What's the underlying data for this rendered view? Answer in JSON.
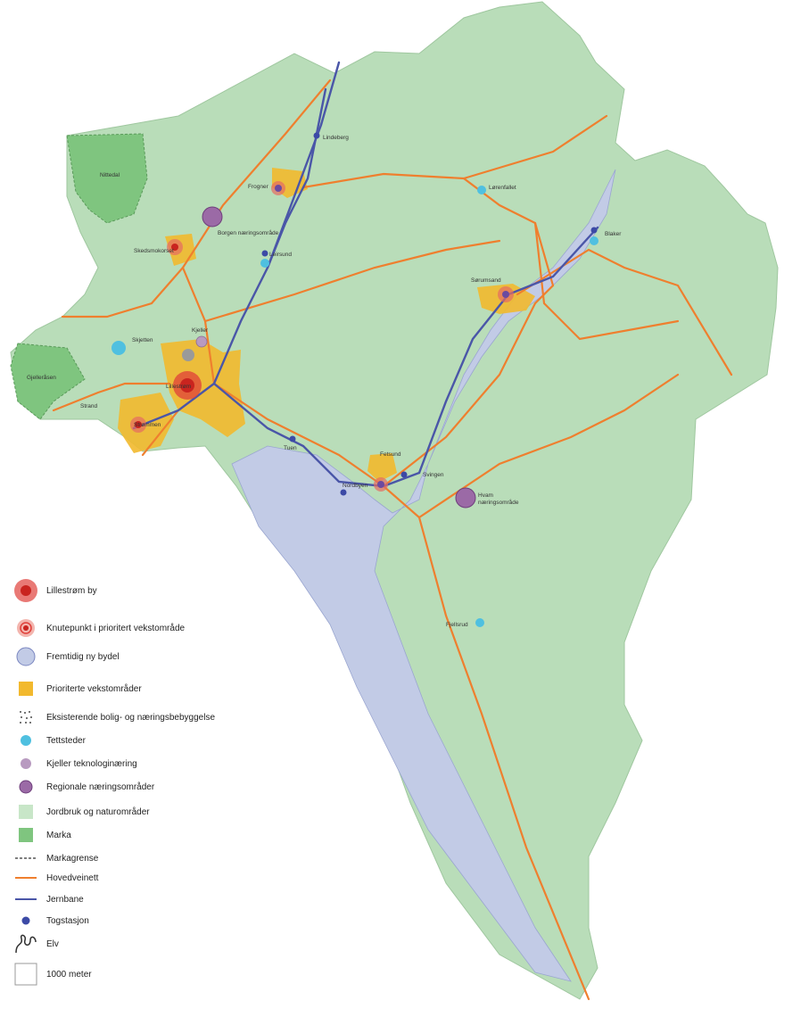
{
  "places": {
    "nittedal": "Nittedal",
    "lindeberg": "Lindeberg",
    "frogner": "Frogner",
    "skedsmokorset": "Skedsmokorset",
    "borgen": "Borgen næringsområde",
    "leirsund": "Leirsund",
    "lorenfallet": "Lørenfallet",
    "blaker": "Blaker",
    "sorumsand": "Sørumsand",
    "kjeller": "Kjeller",
    "skjetten": "Skjetten",
    "lillestrom": "Lillestrøm",
    "gjelleråsen": "Gjelleråsen",
    "skjetten_strand": "Strand",
    "strommen": "Strømmen",
    "fetsund": "Fetsund",
    "nordbyen": "Nordbyen",
    "tuen": "Tuen",
    "svingen": "Svingen",
    "hvam": "Hvam",
    "hvam_suffix": "næringsområde",
    "fjellsrud": "Fjellsrud"
  },
  "legend": [
    {
      "label": "Lillestrøm by",
      "icon": "lillestrom-by-icon"
    },
    {
      "label": "Knutepunkt i prioritert vekstområde",
      "icon": "knutepunkt-icon"
    },
    {
      "label": "Fremtidig ny bydel",
      "icon": "fremtidig-bydel-icon"
    },
    {
      "label": "Prioriterte vekstområder",
      "icon": "vekstomrade-icon"
    },
    {
      "label": "Eksisterende bolig- og næringsbebyggelse",
      "icon": "bebyggelse-icon"
    },
    {
      "label": "Tettsteder",
      "icon": "tettsted-icon"
    },
    {
      "label": "Kjeller teknologinæring",
      "icon": "kjeller-icon"
    },
    {
      "label": "Regionale næringsområder",
      "icon": "regional-naering-icon"
    },
    {
      "label": "Jordbruk og naturområder",
      "icon": "jordbruk-icon"
    },
    {
      "label": "Marka",
      "icon": "marka-icon"
    },
    {
      "label": "Markagrense",
      "icon": "markagrense-icon"
    },
    {
      "label": "Hovedveinett",
      "icon": "hovedvei-icon"
    },
    {
      "label": "Jernbane",
      "icon": "jernbane-icon"
    },
    {
      "label": "Togstasjon",
      "icon": "togstasjon-icon"
    },
    {
      "label": "Elv",
      "icon": "elv-icon"
    },
    {
      "label": "1000 meter",
      "icon": "scale-box-icon"
    }
  ],
  "colors": {
    "land": "#b9ddb9",
    "marka": "#7fc57f",
    "water": "#c2cbe6",
    "road": "#ef7f2e",
    "rail": "#4a56a8",
    "growth": "#f2b92e",
    "city": "#e0403a",
    "tettsted": "#4fc0e0",
    "regional": "#9b6aa6",
    "kjeller": "#b89ac0"
  }
}
